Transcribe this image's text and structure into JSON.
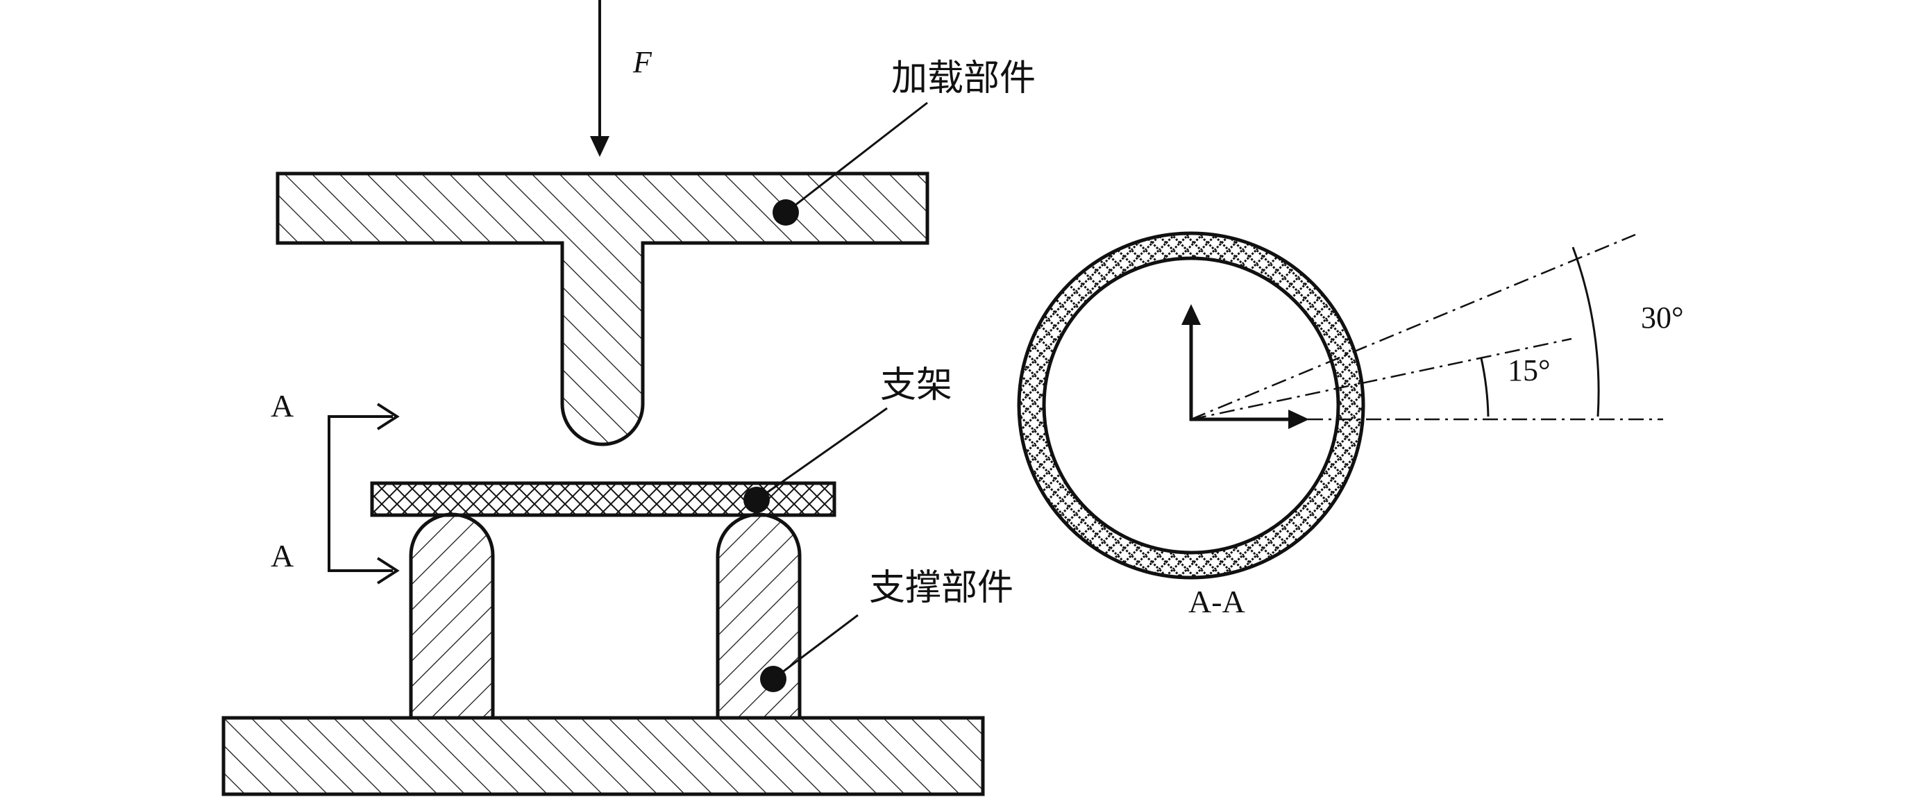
{
  "labels": {
    "force": "F",
    "loading_part": "加载部件",
    "bracket": "支架",
    "support_part": "支撑部件",
    "section_mark_top": "A",
    "section_mark_bottom": "A",
    "section_view": "A-A",
    "angle_small": "15°",
    "angle_large": "30°"
  },
  "colors": {
    "line": "#111111",
    "background": "#ffffff"
  }
}
